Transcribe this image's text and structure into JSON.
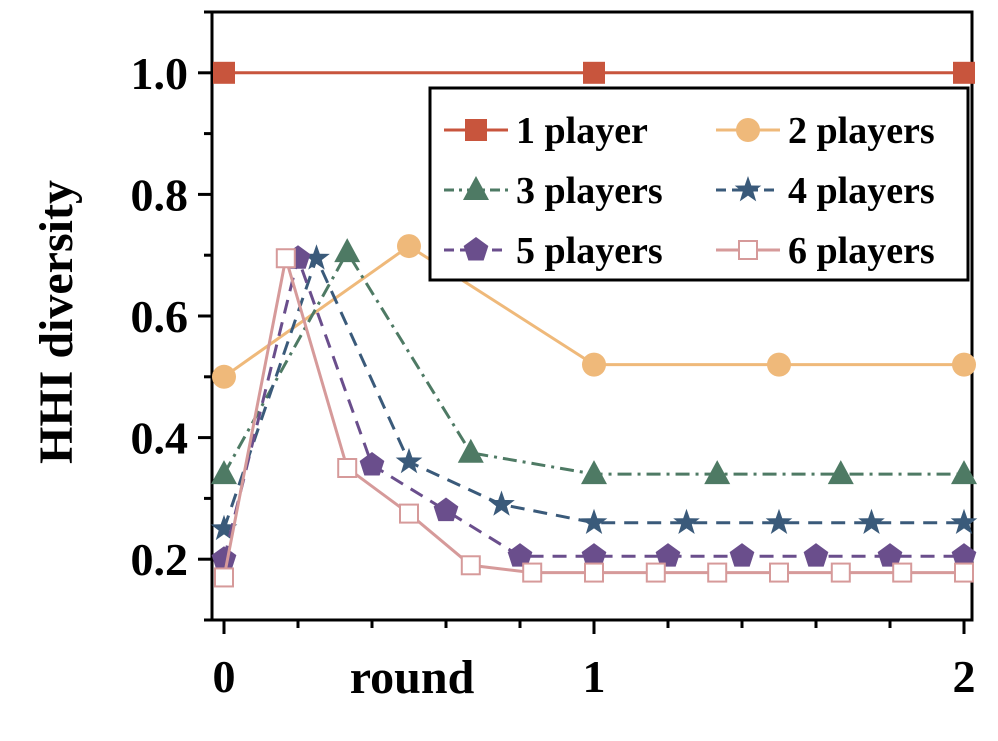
{
  "chart_data": {
    "type": "line",
    "xlabel": "round",
    "ylabel": "HHI diversity",
    "xlim": [
      0,
      2
    ],
    "ylim": [
      0.1,
      1.1
    ],
    "x_ticks": [
      0,
      1,
      2
    ],
    "x_tick_labels": [
      "0",
      "1",
      "2"
    ],
    "y_ticks": [
      0.2,
      0.4,
      0.6,
      0.8,
      1.0
    ],
    "y_tick_labels": [
      "0.2",
      "0.4",
      "0.6",
      "0.8",
      "1.0"
    ],
    "grid": false,
    "legend_position": "top-right",
    "series": [
      {
        "name": "1 player",
        "color": "#c8553d",
        "marker": "square",
        "line_style": "solid",
        "x": [
          0,
          1,
          2
        ],
        "y": [
          1.0,
          1.0,
          1.0
        ]
      },
      {
        "name": "2 players",
        "color": "#efb97a",
        "marker": "circle",
        "line_style": "solid",
        "x": [
          0,
          0.5,
          1,
          1.5,
          2
        ],
        "y": [
          0.5,
          0.715,
          0.52,
          0.52,
          0.52
        ]
      },
      {
        "name": "3 players",
        "color": "#4e7a64",
        "marker": "triangle",
        "line_style": "dashdot",
        "x": [
          0,
          0.333,
          0.667,
          1,
          1.333,
          1.667,
          2
        ],
        "y": [
          0.34,
          0.705,
          0.375,
          0.34,
          0.34,
          0.34,
          0.34
        ]
      },
      {
        "name": "4 players",
        "color": "#3a5a7a",
        "marker": "star",
        "line_style": "dashed",
        "x": [
          0,
          0.25,
          0.5,
          0.75,
          1,
          1.25,
          1.5,
          1.75,
          2
        ],
        "y": [
          0.25,
          0.695,
          0.36,
          0.29,
          0.26,
          0.26,
          0.26,
          0.26,
          0.26
        ]
      },
      {
        "name": "5 players",
        "color": "#6a4e8c",
        "marker": "pentagon",
        "line_style": "dashed",
        "x": [
          0,
          0.2,
          0.4,
          0.6,
          0.8,
          1,
          1.2,
          1.4,
          1.6,
          1.8,
          2
        ],
        "y": [
          0.2,
          0.695,
          0.355,
          0.28,
          0.205,
          0.205,
          0.205,
          0.205,
          0.205,
          0.205,
          0.205
        ]
      },
      {
        "name": "6 players",
        "color": "#d69a9a",
        "marker": "open-square",
        "line_style": "solid",
        "x": [
          0,
          0.167,
          0.333,
          0.5,
          0.667,
          0.833,
          1,
          1.167,
          1.333,
          1.5,
          1.667,
          1.833,
          2
        ],
        "y": [
          0.17,
          0.695,
          0.35,
          0.275,
          0.19,
          0.178,
          0.178,
          0.178,
          0.178,
          0.178,
          0.178,
          0.178,
          0.178
        ]
      }
    ]
  }
}
